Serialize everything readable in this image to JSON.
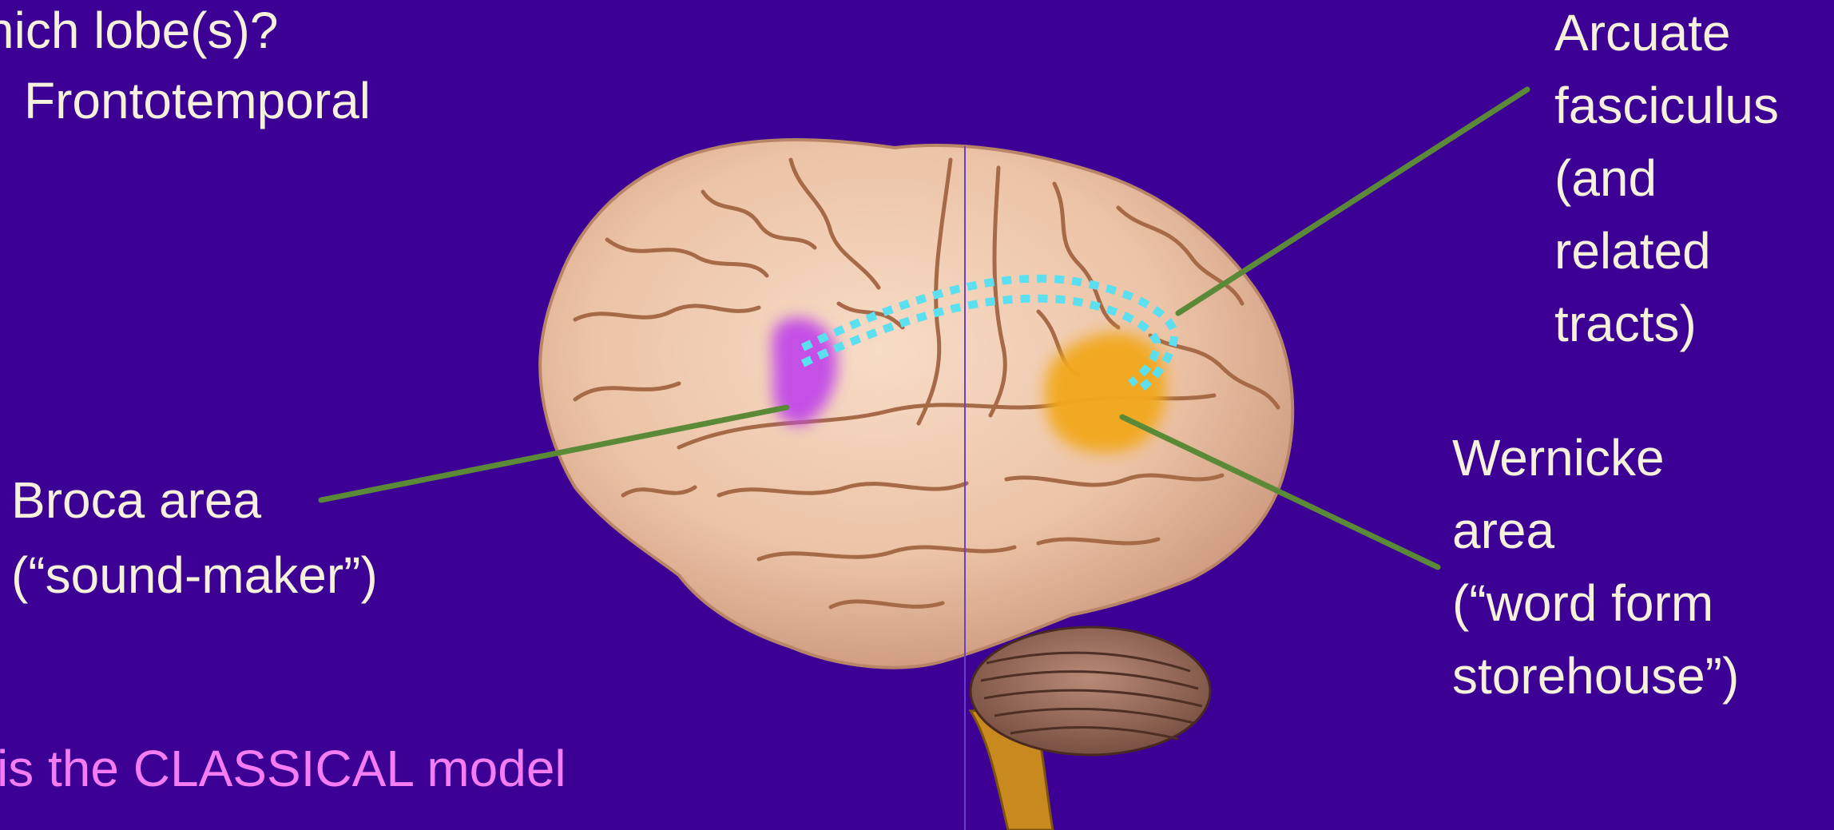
{
  "slide": {
    "question_line1": "hich lobe(s)?",
    "question_line2": "Frontotemporal",
    "broca_label": "Broca area",
    "broca_sub": "(“sound-maker”)",
    "arcuate_lines": [
      "Arcuate",
      "fasciculus",
      "(and",
      "related",
      "tracts)"
    ],
    "wernicke_lines": [
      "Wernicke",
      "area",
      "(“word form",
      "storehouse”)"
    ],
    "model_note": "is the CLASSICAL model"
  },
  "colors": {
    "background": "#3c0094",
    "text": "#f6f1dc",
    "note_text": "#f57cf2",
    "leader_line": "#5a8a38",
    "broca_highlight": "#c24ae8",
    "wernicke_highlight": "#f2a81a",
    "arcuate_tract": "#5ce0f0",
    "brain_tissue": "#efc9ad"
  }
}
